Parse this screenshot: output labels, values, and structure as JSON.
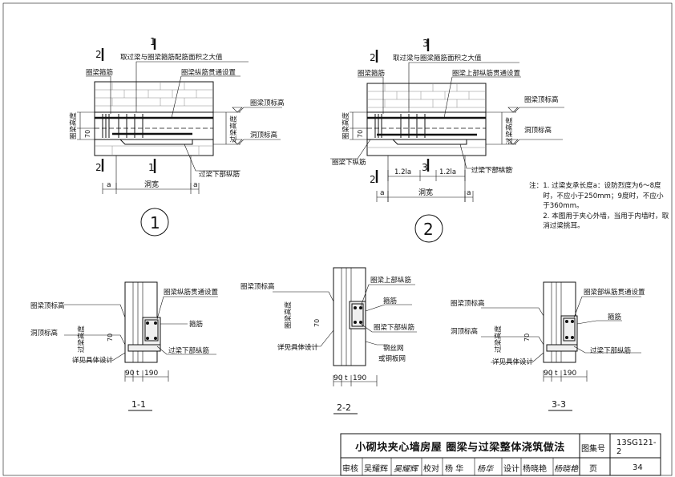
{
  "detail1": {
    "section_marks": [
      "1",
      "2",
      "2",
      "1"
    ],
    "callout_top": "取过梁与圈梁箍筋配筋面积之大值",
    "ring_stirrup": "圈梁箍筋",
    "ring_longbar": "圈梁纵筋贯通设置",
    "ring_height": "圈梁高度",
    "dim_70": "70",
    "beam_height": "过梁高度",
    "ring_top_elev": "圈梁顶标高",
    "opening_top_elev": "洞顶标高",
    "lintel_bottom_bar": "过梁下部纵筋",
    "dim_a1": "a",
    "opening_width": "洞宽",
    "dim_a2": "a",
    "circle_no": "1"
  },
  "detail2": {
    "section_marks": [
      "3",
      "2",
      "3",
      "2"
    ],
    "callout_top": "取过梁与圈梁箍筋面积之大值",
    "ring_stirrup": "圈梁箍筋",
    "ring_top_longbar": "圈梁上部纵筋贯通设置",
    "ring_height": "圈梁高度",
    "dim_70": "70",
    "beam_height": "过梁高度",
    "ring_top_elev": "圈梁顶标高",
    "opening_top_elev": "洞顶标高",
    "ring_bottom_bar": "圈梁下纵筋",
    "lintel_bottom_bar": "过梁下部纵筋",
    "la1": "1.2la",
    "la2": "1.2la",
    "dim_a1": "a",
    "opening_width": "洞宽",
    "dim_a2": "a",
    "circle_no": "2"
  },
  "notes": {
    "label": "注：",
    "items": [
      "1. 过梁支承长度a：设防烈度为6～8度时，不应小于250mm；9度时，不应小于360mm。",
      "2. 本图用于夹心外墙，当用于内墙时，取消过梁挑耳。"
    ]
  },
  "sec11": {
    "ring_top_elev": "圈梁顶标高",
    "ring_longbar": "圈梁纵筋贯通设置",
    "stirrup": "箍筋",
    "opening_top_elev": "洞顶标高",
    "beam_height": "过梁高度",
    "dim_70": "70",
    "lintel_bottom_bar": "过梁下部纵筋",
    "see_design": "详见具体设计",
    "dims": [
      "90",
      "t",
      "190"
    ],
    "title": "1-1"
  },
  "sec22": {
    "ring_top_elev": "圈梁顶标高",
    "ring_top_bar": "圈梁上部纵筋",
    "stirrup": "箍筋",
    "ring_height": "圈梁高度",
    "dim_70": "70",
    "ring_bottom_bar": "圈梁下部纵筋",
    "see_design": "详见具体设计",
    "mesh": "钢丝网",
    "mesh2": "或钢板网",
    "dims": [
      "90",
      "t",
      "190"
    ],
    "title": "2-2"
  },
  "sec33": {
    "ring_top_elev": "圈梁顶标高",
    "ring_longbar": "圈梁部纵筋贯通设置",
    "stirrup": "箍筋",
    "opening_top_elev": "洞顶标高",
    "beam_height": "过梁高度",
    "dim_70": "70",
    "lintel_bottom_bar": "过梁下部纵筋",
    "see_design": "详见具体设计",
    "dims": [
      "90",
      "t",
      "190"
    ],
    "title": "3-3"
  },
  "title_block": {
    "title": "小砌块夹心墙房屋  圈梁与过梁整体浇筑做法",
    "atlas_label": "图集号",
    "atlas_no": "13SG121-2",
    "review_label": "审核",
    "reviewer": "吴耀辉",
    "reviewer_sign": "吴耀辉",
    "check_label": "校对",
    "checker": "杨 华",
    "checker_sign": "杨华",
    "design_label": "设计",
    "designer": "杨晓艳",
    "designer_sign": "杨晓艳",
    "page_label": "页",
    "page_no": "34"
  }
}
